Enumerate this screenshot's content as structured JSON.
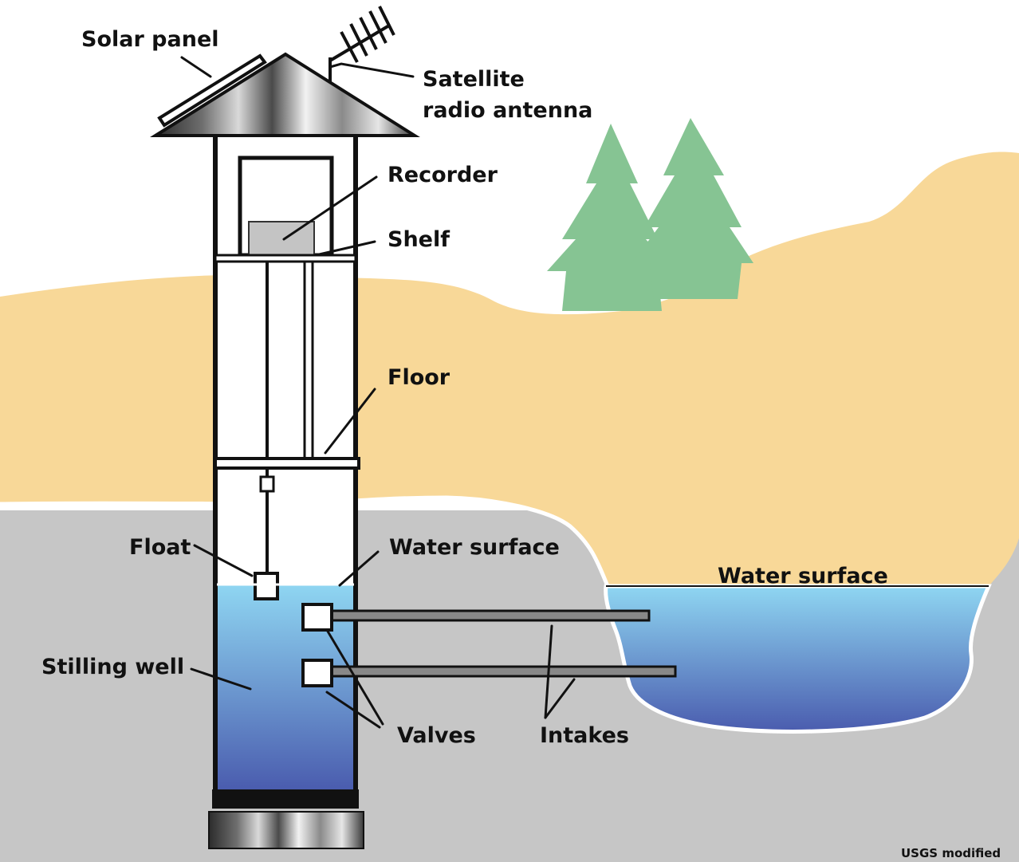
{
  "labels": {
    "solar_panel": "Solar panel",
    "antenna_line1": "Satellite",
    "antenna_line2": "radio antenna",
    "recorder": "Recorder",
    "shelf": "Shelf",
    "floor": "Floor",
    "float": "Float",
    "water_surface_well": "Water surface",
    "water_surface_stream": "Water surface",
    "stilling_well": "Stilling well",
    "valves": "Valves",
    "intakes": "Intakes",
    "credit": "USGS modified"
  },
  "colors": {
    "soil": "#f8d898",
    "bedrock": "#c6c6c6",
    "tree": "#86c493",
    "water_top": "#8fd6f2",
    "water_bottom": "#4a5cae",
    "structure": "#111111",
    "recorder_box": "#c4c4c4"
  }
}
